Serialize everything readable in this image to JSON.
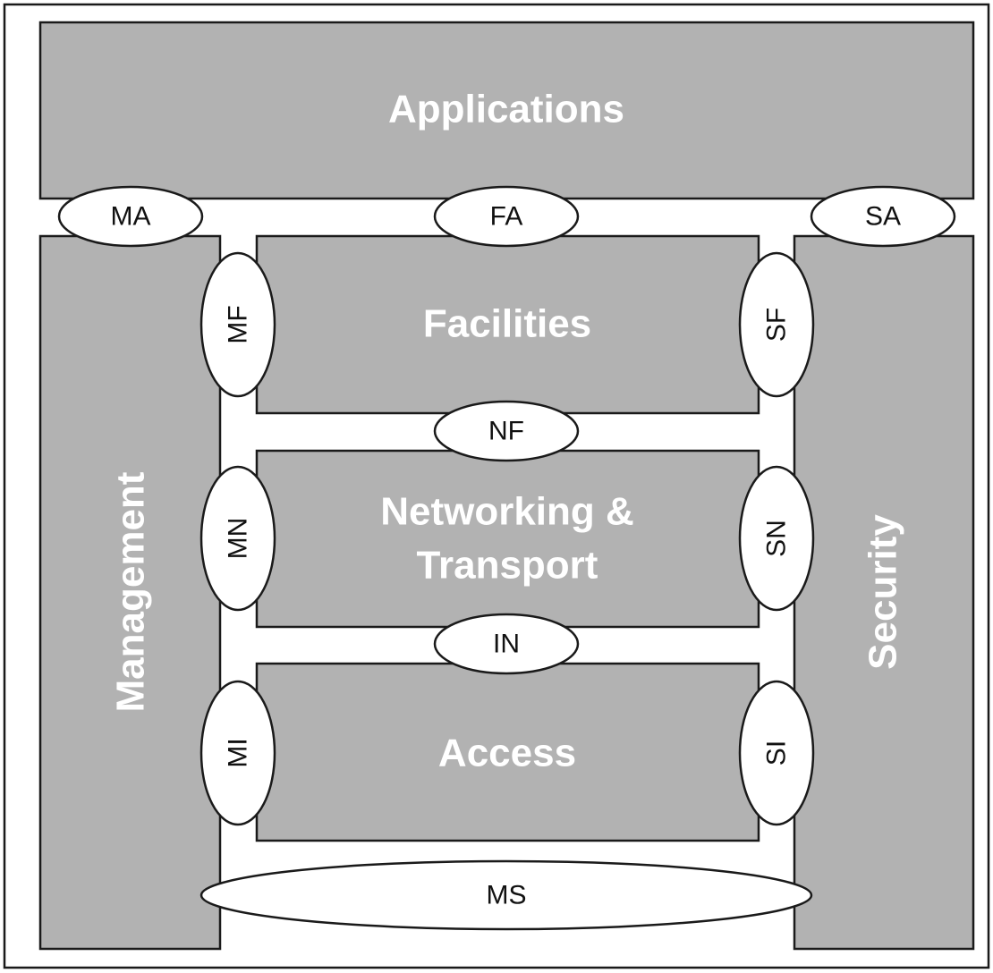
{
  "colors": {
    "block_fill": "#b2b2b2",
    "block_text": "#ffffff",
    "interface_fill": "#ffffff",
    "outline": "#1a1a1a"
  },
  "layers": {
    "applications": "Applications",
    "facilities": "Facilities",
    "networking_line1": "Networking &",
    "networking_line2": "Transport",
    "access": "Access",
    "management": "Management",
    "security": "Security"
  },
  "interfaces": {
    "ma": "MA",
    "fa": "FA",
    "sa": "SA",
    "mf": "MF",
    "sf": "SF",
    "nf": "NF",
    "mn": "MN",
    "sn": "SN",
    "in": "IN",
    "mi": "MI",
    "si": "SI",
    "ms": "MS"
  }
}
